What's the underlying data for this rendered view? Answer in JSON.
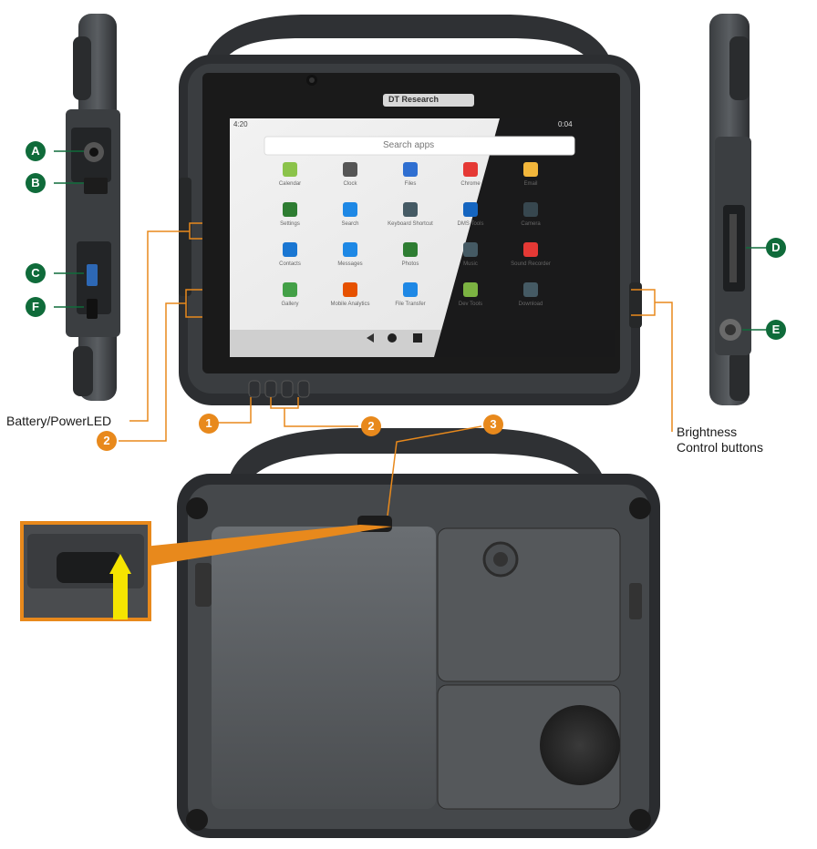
{
  "colors": {
    "green": "#0f6b3a",
    "orange": "#e8891c",
    "leader": "#e8891c",
    "highlight": "#f5e400"
  },
  "screen": {
    "status_time": "4:20",
    "status_right": "0:04",
    "brand": "DT Research",
    "search_placeholder": "Search apps",
    "apps": [
      {
        "label": "Calendar",
        "icon": "calendar-icon",
        "color": "#8bc34a"
      },
      {
        "label": "Clock",
        "icon": "clock-icon",
        "color": "#555555"
      },
      {
        "label": "Files",
        "icon": "files-icon",
        "color": "#2f6fd1"
      },
      {
        "label": "Chrome",
        "icon": "chrome-icon",
        "color": "#e53935"
      },
      {
        "label": "Email",
        "icon": "email-icon",
        "color": "#f2b63b"
      },
      {
        "label": "Settings",
        "icon": "settings-icon",
        "color": "#2e7d32"
      },
      {
        "label": "Search",
        "icon": "search-icon",
        "color": "#1e88e5"
      },
      {
        "label": "Keyboard Shortcut",
        "icon": "keyboard-icon",
        "color": "#455a64"
      },
      {
        "label": "DMS Tools",
        "icon": "tools-icon",
        "color": "#1565c0"
      },
      {
        "label": "Camera",
        "icon": "camera-icon",
        "color": "#37474f"
      },
      {
        "label": "Contacts",
        "icon": "contacts-icon",
        "color": "#1976d2"
      },
      {
        "label": "Messages",
        "icon": "messages-icon",
        "color": "#1e88e5"
      },
      {
        "label": "Photos",
        "icon": "photos-icon",
        "color": "#2e7d32"
      },
      {
        "label": "Music",
        "icon": "music-icon",
        "color": "#455a64"
      },
      {
        "label": "Sound Recorder",
        "icon": "recorder-icon",
        "color": "#e53935"
      },
      {
        "label": "Gallery",
        "icon": "gallery-icon",
        "color": "#43a047"
      },
      {
        "label": "Mobile Analytics",
        "icon": "analytics-icon",
        "color": "#e65100"
      },
      {
        "label": "File Transfer",
        "icon": "transfer-icon",
        "color": "#1e88e5"
      },
      {
        "label": "Dev Tools",
        "icon": "android-icon",
        "color": "#7cb342"
      },
      {
        "label": "Download",
        "icon": "download-icon",
        "color": "#455a64"
      }
    ]
  },
  "callouts": {
    "a": "A",
    "b": "B",
    "c": "C",
    "d": "D",
    "e": "E",
    "f": "F",
    "one": "1",
    "two_a": "2",
    "two_b": "2",
    "three": "3"
  },
  "labels": {
    "battery_led": "Battery/PowerLED",
    "brightness_line1": "Brightness",
    "brightness_line2": "Control buttons"
  }
}
